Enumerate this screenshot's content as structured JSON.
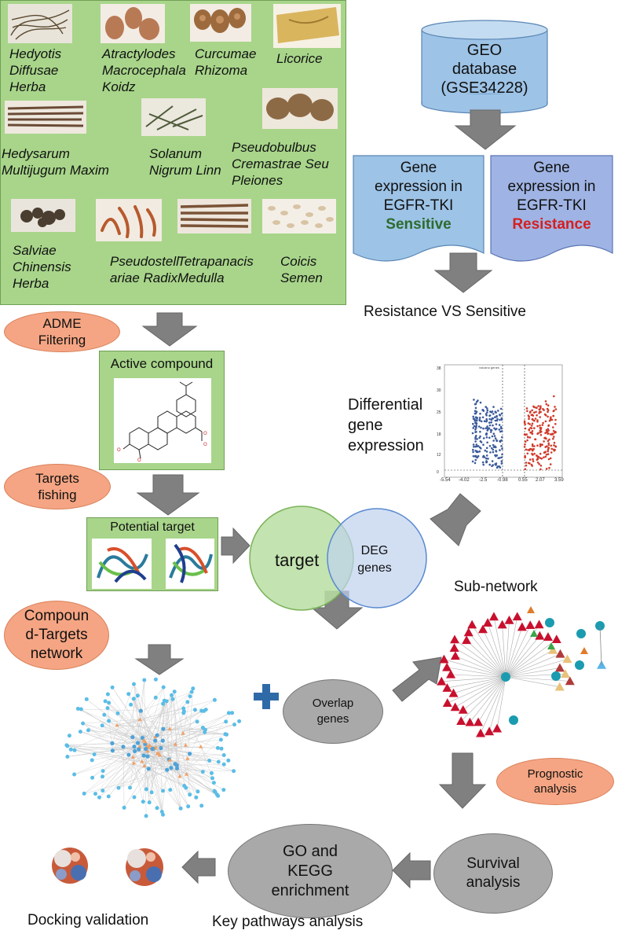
{
  "herbs": [
    {
      "id": "hedyotis",
      "label": "Hedyotis\nDiffusae\nHerba"
    },
    {
      "id": "atractylodes",
      "label": "Atractylodes\nMacrocephala\nKoidz"
    },
    {
      "id": "curcumae",
      "label": "Curcumae\nRhizoma"
    },
    {
      "id": "licorice",
      "label": "Licorice"
    },
    {
      "id": "hedysarum",
      "label": "Hedysarum\nMultijugum Maxim"
    },
    {
      "id": "solanum",
      "label": "Solanum\nNigrum Linn"
    },
    {
      "id": "pseudobulbus",
      "label": "Pseudobulbus\nCremastrae Seu\nPleiones"
    },
    {
      "id": "salviae",
      "label": "Salviae\nChinensis\nHerba"
    },
    {
      "id": "pseudostellariae",
      "label": "Pseudostell\nariae Radix"
    },
    {
      "id": "tetrapanacis",
      "label": "Tetrapanacis\nMedulla"
    },
    {
      "id": "coicis",
      "label": "Coicis\nSemen"
    }
  ],
  "geo": {
    "label": "GEO\ndatabase\n(GSE34228)"
  },
  "gene_expression": {
    "line1": "Gene",
    "line2": "expression in",
    "line3": "EGFR-TKI",
    "sensitive": "Sensitive",
    "resistance": "Resistance"
  },
  "comparison": "Resistance VS Sensitive",
  "adme": "ADME\nFiltering",
  "active_compound": "Active compound",
  "targets_fishing": "Targets\nfishing",
  "potential_target": "Potential target",
  "compound_network": "Compoun\nd-Targets\nnetwork",
  "differential": "Differential\ngene\nexpression",
  "volcano": {
    "title": "volcano genes",
    "x_ticks": [
      "-5.54",
      "-4.02",
      "-2.5",
      "-0.98",
      "0.55",
      "2.07",
      "3.59"
    ],
    "y_ticks": [
      "0",
      "12",
      "18",
      "25",
      "30",
      "38"
    ]
  },
  "venn": {
    "target": "target",
    "deg": "DEG\ngenes"
  },
  "sub_network": "Sub-network",
  "overlap": "Overlap\ngenes",
  "prognostic": "Prognostic\nanalysis",
  "survival": "Survival\nanalysis",
  "go_kegg": "GO and\nKEGG\nenrichment",
  "docking": "Docking validation",
  "key_pathways": "Key pathways analysis",
  "colors": {
    "green_panel": "#a8d58a",
    "blue_box": "#9dc3e6",
    "purple_box": "#9fb4e4",
    "salmon": "#f5a583",
    "gray": "#a9a9a9",
    "arrow": "#808080",
    "sensitive": "#2e6b2e",
    "resistance": "#d42020",
    "plus": "#2f6aa8"
  }
}
